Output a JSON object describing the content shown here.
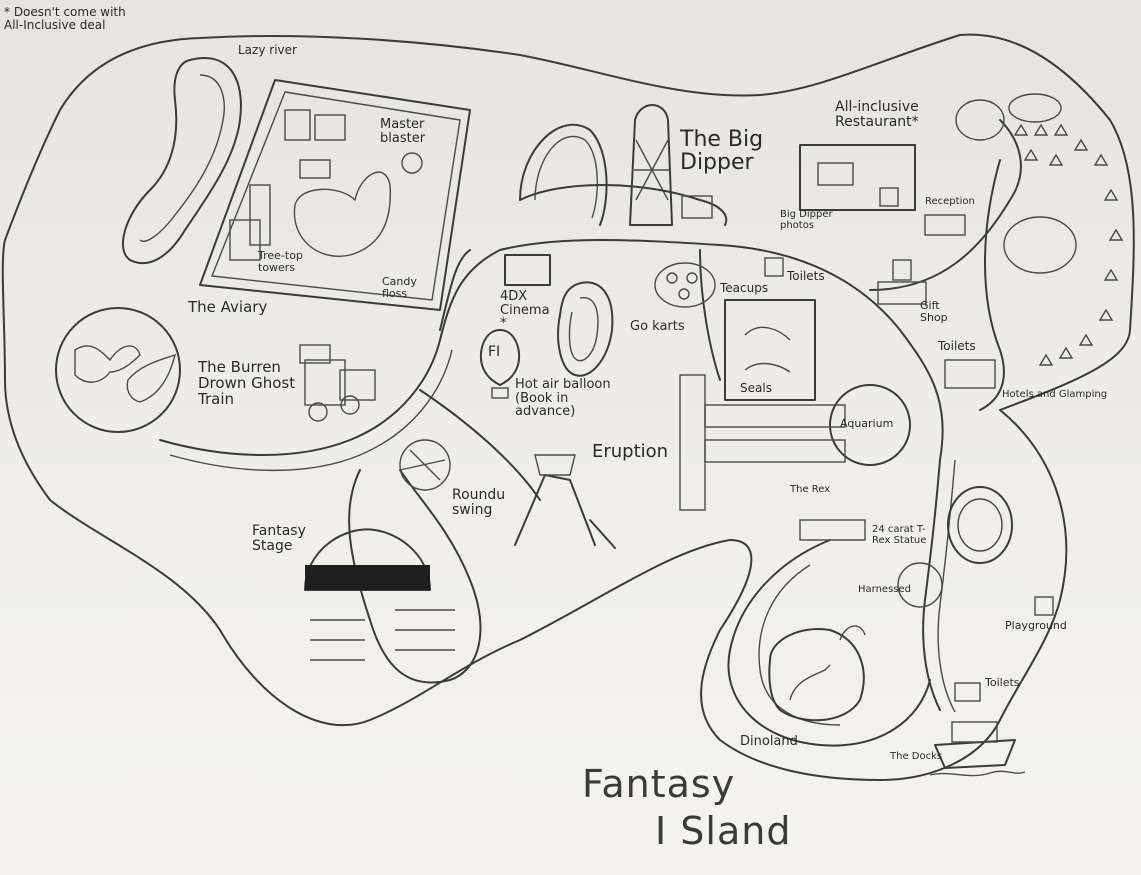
{
  "map": {
    "title_line1": "Fantasy",
    "title_line2": "I Sland",
    "corner_note": "* Doesn't come with All-Inclusive deal",
    "labels": {
      "lazy_river": "Lazy river",
      "master_blaster": "Master blaster",
      "treetop_towers": "Tree-top towers",
      "candy_floss": "Candy floss",
      "the_aviary": "The Aviary",
      "burren_drown": "The Burren Drown Ghost Train",
      "big_dipper": "The Big Dipper",
      "big_dipper_photos": "Big Dipper photos",
      "cinema": "4DX Cinema *",
      "go_karts": "Go karts",
      "teacups": "Teacups",
      "toilets_1": "Toilets",
      "seals": "Seals",
      "aquarium": "Aquarium",
      "hot_air_balloon": "Hot air balloon (Book in advance)",
      "balloon_mark": "FI",
      "eruption": "Eruption",
      "roundu_swing": "Roundu swing",
      "fantasy_stage": "Fantasy Stage",
      "restaurant": "All-inclusive Restaurant*",
      "reception": "Reception",
      "gift_shop": "Gift Shop",
      "toilets_2": "Toilets",
      "hotels": "Hotels and Glamping",
      "the_rex": "The Rex",
      "rex_statue": "24 carat T-Rex Statue",
      "harnessed": "Harnessed",
      "playground": "Playground",
      "toilets_3": "Toilets",
      "dinoland": "Dinoland",
      "the_docks": "The Docks"
    }
  }
}
